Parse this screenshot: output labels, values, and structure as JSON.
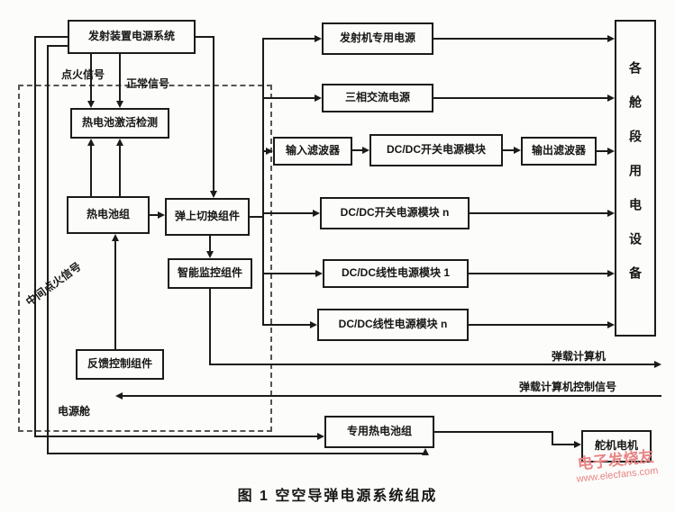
{
  "diagram": {
    "boxes": {
      "launcher_power": "发射装置电源系统",
      "battery_detect": "热电池激活检测",
      "thermal_battery": "热电池组",
      "switch_assembly": "弹上切换组件",
      "smart_monitor": "智能监控组件",
      "feedback_control": "反馈控制组件",
      "transmitter_power": "发射机专用电源",
      "three_phase_ac": "三相交流电源",
      "input_filter": "输入滤波器",
      "dcdc_switch_module": "DC/DC开关电源模块",
      "output_filter": "输出滤波器",
      "dcdc_switch_module_n": "DC/DC开关电源模块 n",
      "dcdc_linear_module_1": "DC/DC线性电源模块 1",
      "dcdc_linear_module_n": "DC/DC线性电源模块 n",
      "cabin_equipment": "各舱段用电设备",
      "dedicated_battery": "专用热电池组",
      "servo_motor": "舵机电机"
    },
    "labels": {
      "ignition_signal": "点火信号",
      "normal_signal": "正常信号",
      "mid_ignition_signal": "中间点火信号",
      "power_cabin": "电源舱",
      "missile_computer": "弹载计算机",
      "missile_computer_ctrl": "弹载计算机控制信号"
    },
    "caption": "图 1  空空导弹电源系统组成"
  },
  "watermark": {
    "title": "电子发烧友",
    "site": "www.elecfans.com",
    "color": "#e98585"
  }
}
